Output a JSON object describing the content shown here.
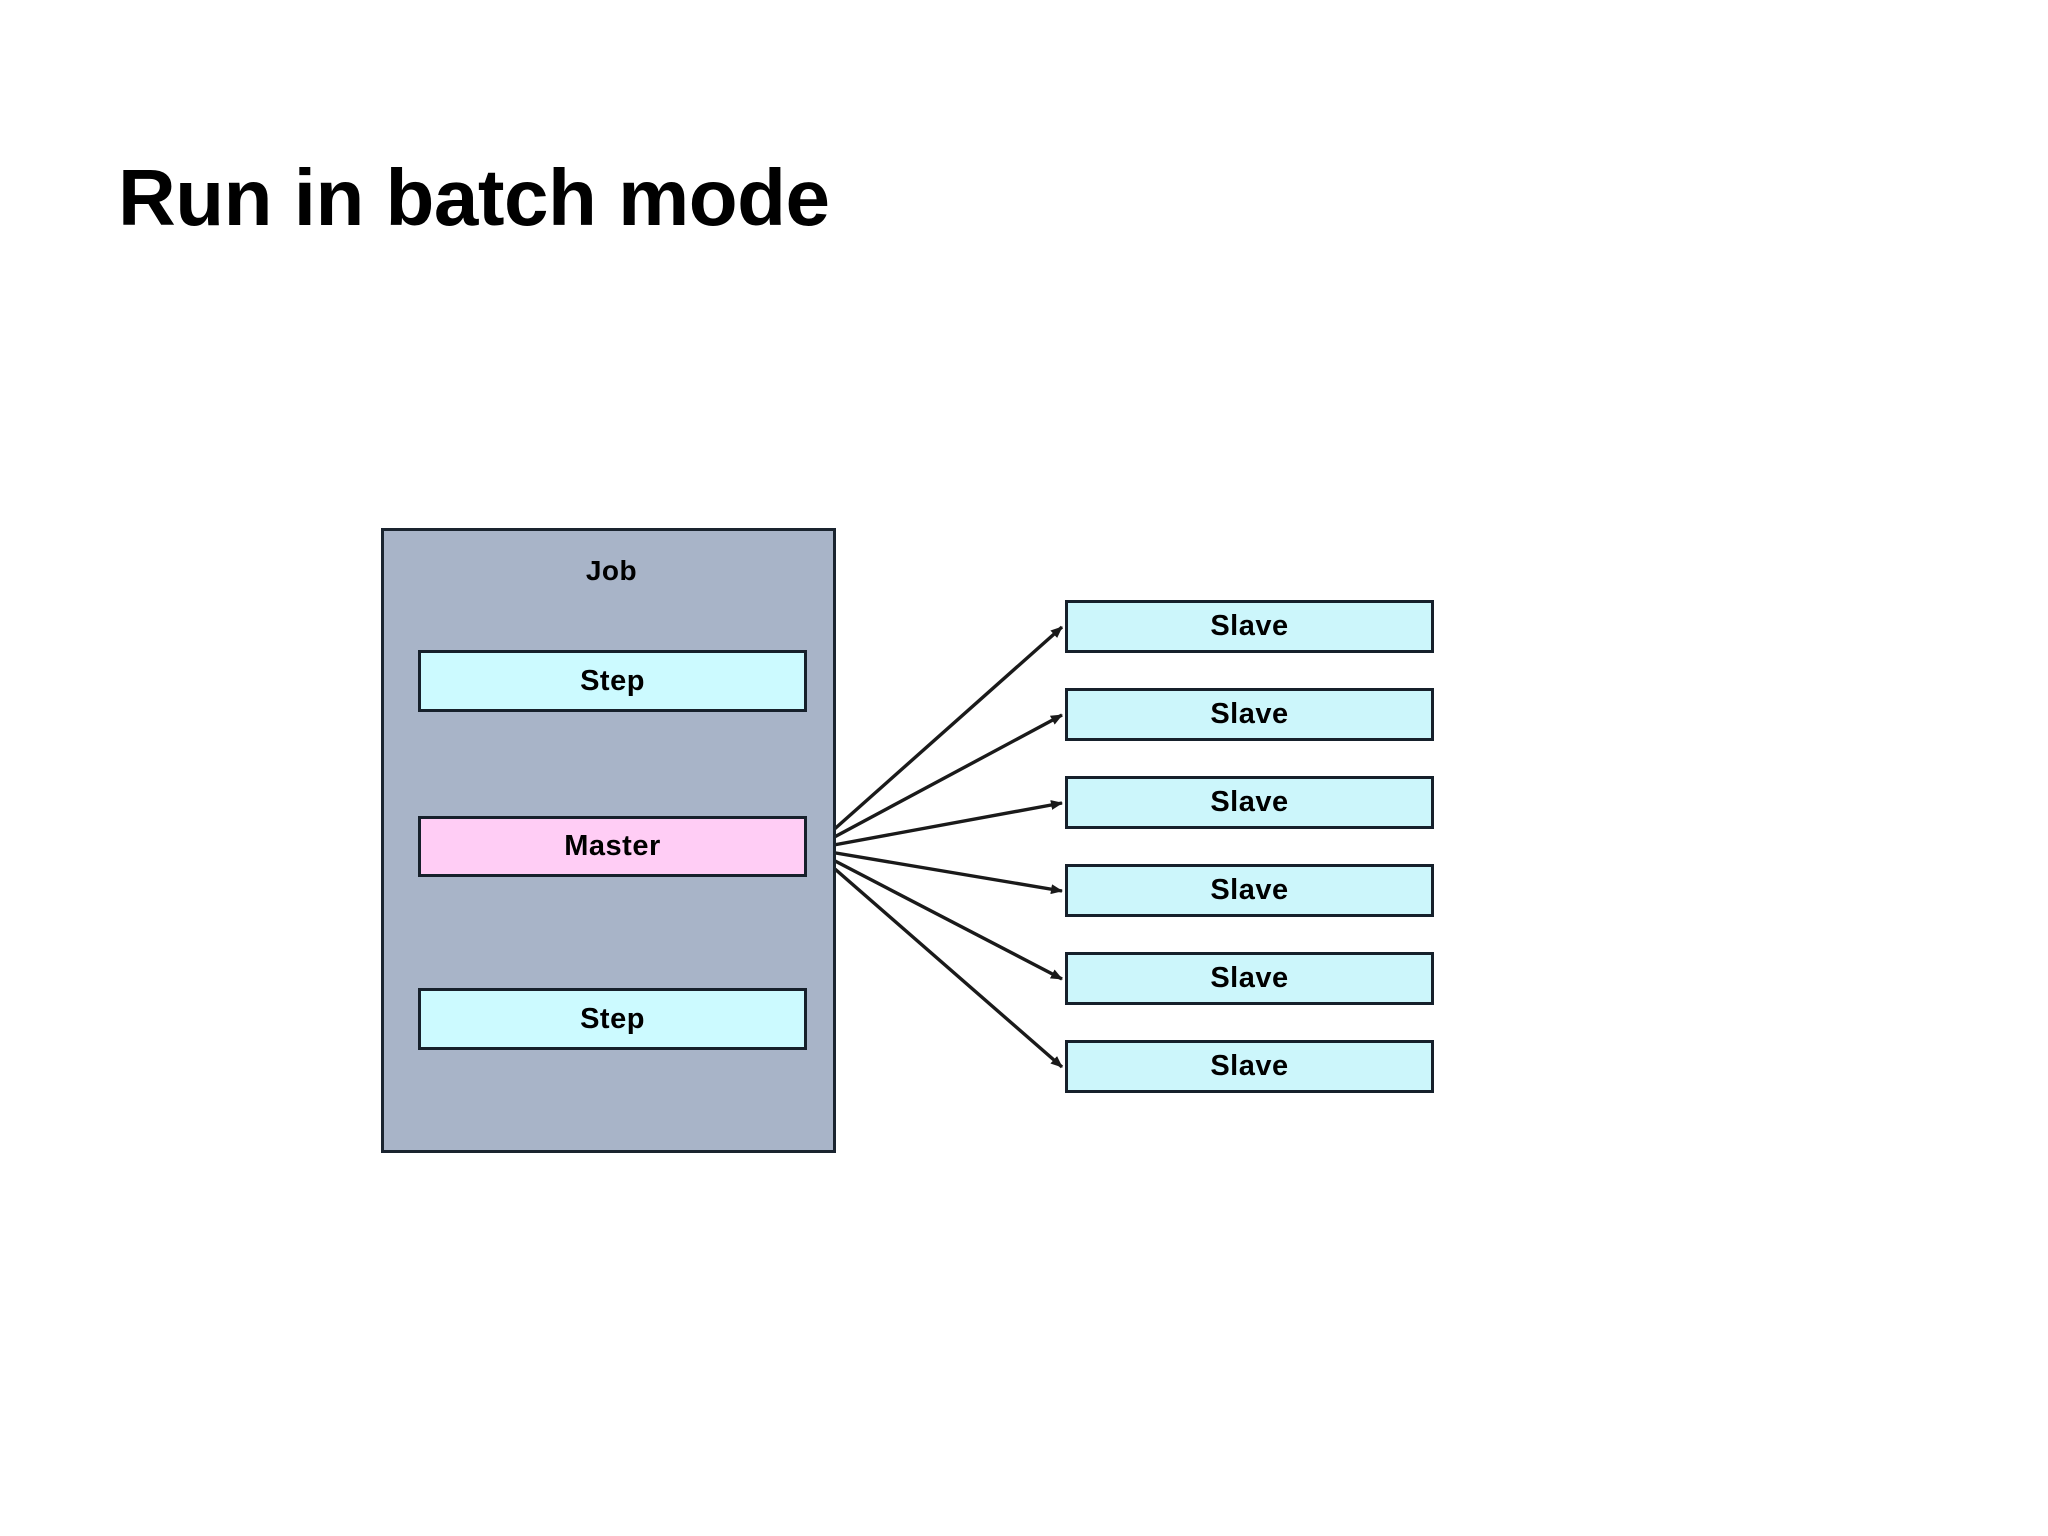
{
  "slide": {
    "title": "Run in batch mode",
    "background_color": "#ffffff",
    "title_color": "#000000"
  },
  "diagram": {
    "type": "master-slave-batch-architecture",
    "job_container": {
      "label": "Job",
      "fill_color": "#a8b4c8",
      "border_color": "#1a242f"
    },
    "nodes": [
      {
        "id": "step-top",
        "label": "Step",
        "fill_color": "#ccfaff",
        "border_color": "#16202b"
      },
      {
        "id": "master",
        "label": "Master",
        "fill_color": "#ffcdf5",
        "border_color": "#16202b"
      },
      {
        "id": "step-bottom",
        "label": "Step",
        "fill_color": "#ccfaff",
        "border_color": "#16202b"
      }
    ],
    "slaves": [
      {
        "id": "slave-1",
        "label": "Slave",
        "fill_color": "#ccf6fb",
        "border_color": "#16202b"
      },
      {
        "id": "slave-2",
        "label": "Slave",
        "fill_color": "#ccf6fb",
        "border_color": "#16202b"
      },
      {
        "id": "slave-3",
        "label": "Slave",
        "fill_color": "#ccf6fb",
        "border_color": "#16202b"
      },
      {
        "id": "slave-4",
        "label": "Slave",
        "fill_color": "#ccf6fb",
        "border_color": "#16202b"
      },
      {
        "id": "slave-5",
        "label": "Slave",
        "fill_color": "#ccf6fb",
        "border_color": "#16202b"
      },
      {
        "id": "slave-6",
        "label": "Slave",
        "fill_color": "#ccf6fb",
        "border_color": "#16202b"
      }
    ],
    "connectors": {
      "line_color": "#1a1a1a",
      "flow_arrows": [
        {
          "from": "step-top",
          "to": "master",
          "direction": "down"
        },
        {
          "from": "master",
          "to": "step-bottom",
          "direction": "down"
        }
      ],
      "fan_arrows": [
        {
          "from": "master",
          "to": "slave-1"
        },
        {
          "from": "master",
          "to": "slave-2"
        },
        {
          "from": "master",
          "to": "slave-3"
        },
        {
          "from": "master",
          "to": "slave-4"
        },
        {
          "from": "master",
          "to": "slave-5"
        },
        {
          "from": "master",
          "to": "slave-6"
        },
        {
          "from": "slaves",
          "to": "master",
          "direction": "inbound"
        }
      ]
    }
  }
}
